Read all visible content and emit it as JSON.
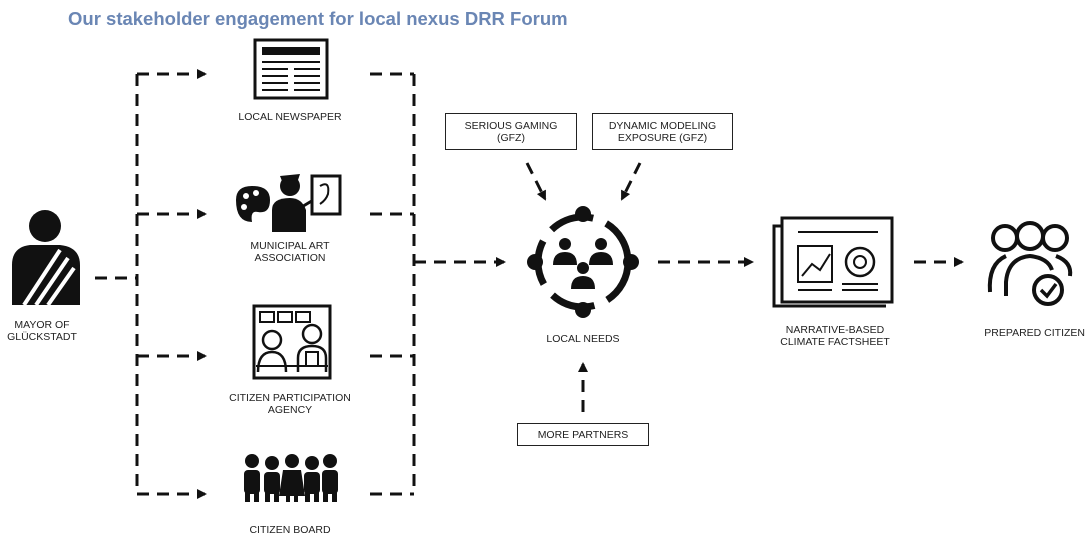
{
  "title": "Our stakeholder engagement for local nexus DRR Forum",
  "mayor": {
    "label_line1": "MAYOR OF",
    "label_line2": "GLÜCKSTADT",
    "icon": "mayor-person-icon"
  },
  "stakeholders": [
    {
      "line1": "LOCAL NEWSPAPER",
      "line2": "",
      "icon": "newspaper-icon"
    },
    {
      "line1": "MUNICIPAL ART",
      "line2": "ASSOCIATION",
      "icon": "painter-icon"
    },
    {
      "line1": "CITIZEN PARTICIPATION",
      "line2": "AGENCY",
      "icon": "agency-office-icon"
    },
    {
      "line1": "CITIZEN BOARD",
      "line2": "",
      "icon": "crowd-icon"
    }
  ],
  "inputs": [
    {
      "line1": "SERIOUS GAMING",
      "line2": "(GFZ)"
    },
    {
      "line1": "DYNAMIC MODELING",
      "line2": "EXPOSURE (GFZ)"
    }
  ],
  "more_partners": "MORE PARTNERS",
  "local_needs": {
    "label": "LOCAL NEEDS",
    "icon": "community-circle-icon"
  },
  "factsheet": {
    "line1": "NARRATIVE-BASED",
    "line2": "CLIMATE FACTSHEET",
    "icon": "factsheet-icon"
  },
  "prepared": {
    "label": "PREPARED CITIZEN",
    "icon": "prepared-citizens-icon"
  },
  "colors": {
    "title": "#6a86b4",
    "ink": "#111111"
  }
}
